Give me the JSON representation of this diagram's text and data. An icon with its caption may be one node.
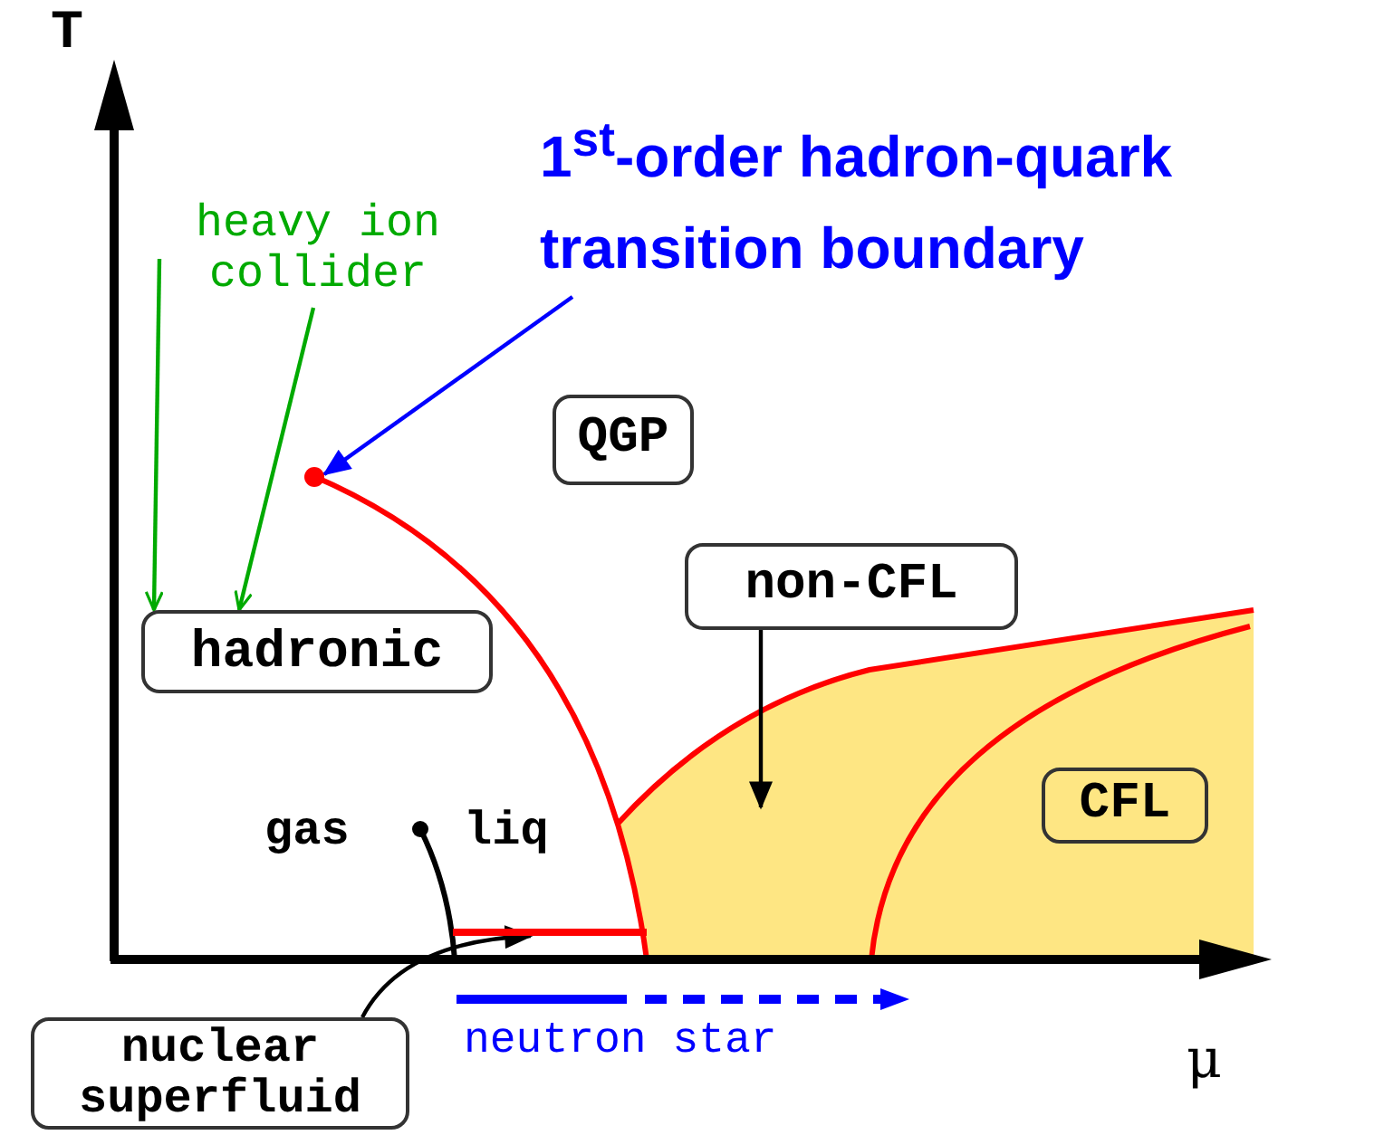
{
  "diagram": {
    "nodes": [
      {
        "text": [
          "1$^{st}$-order hadron-quark transition boundary"
        ]
      },
      {
        "text": [
          "heavy ion collider"
        ]
      },
      {
        "text": [
          "QGP"
        ]
      },
      {
        "text": [
          "hadronic"
        ]
      },
      {
        "text": [
          "non-CFL"
        ]
      },
      {
        "text": [
          "CFL"
        ]
      },
      {
        "text": [
          "nuclear superfluid"
        ]
      },
      {
        "text": [],
        "shape": "circle"
      },
      {
        "text": [],
        "shape": "bar"
      }
    ],
    "edges": [
      {
        "from": 0,
        "to": 7,
        "arrow": "to",
        "color": "#0000ff"
      },
      {
        "from": 1,
        "to": 3,
        "arrow": "to",
        "color": "#00aa00"
      },
      {
        "from": 1,
        "to": 3,
        "arrow": "to",
        "color": "#00aa00"
      },
      {
        "from": 4,
        "to": null,
        "arrow": "to",
        "color": "#000000"
      },
      {
        "from": 6,
        "to": 8,
        "arrow": "to",
        "color": "#000000"
      }
    ],
    "labels": [
      "T",
      "gas",
      "liq",
      "neutron star",
      "μ"
    ]
  }
}
